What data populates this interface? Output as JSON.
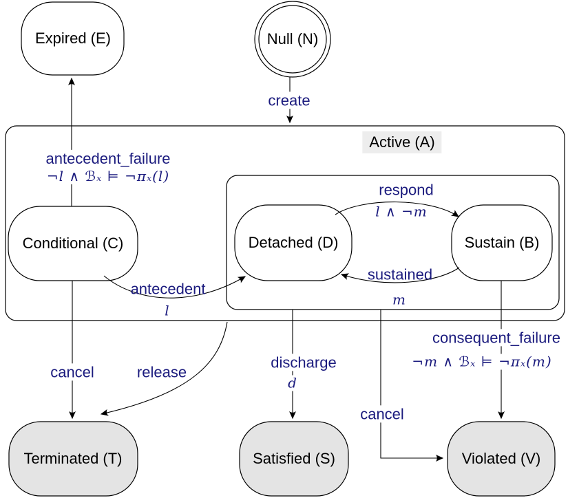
{
  "diagram": {
    "states": {
      "expired": {
        "label": "Expired (E)"
      },
      "null": {
        "label": "Null (N)"
      },
      "active": {
        "label": "Active (A)"
      },
      "conditional": {
        "label": "Conditional (C)"
      },
      "detached": {
        "label": "Detached (D)"
      },
      "sustain": {
        "label": "Sustain (B)"
      },
      "terminated": {
        "label": "Terminated (T)"
      },
      "satisfied": {
        "label": "Satisfied (S)"
      },
      "violated": {
        "label": "Violated (V)"
      }
    },
    "transitions": {
      "create": {
        "label": "create"
      },
      "antecedent_failure": {
        "label": "antecedent_failure",
        "formula": "¬l ∧ ℬₓ ⊨ ¬πₓ(l)"
      },
      "antecedent": {
        "label": "antecedent",
        "formula": "l"
      },
      "respond": {
        "label": "respond",
        "formula": "l ∧ ¬m"
      },
      "sustained": {
        "label": "sustained",
        "formula": "m"
      },
      "cancel_left": {
        "label": "cancel"
      },
      "release": {
        "label": "release"
      },
      "discharge": {
        "label": "discharge",
        "formula": "d"
      },
      "cancel_right": {
        "label": "cancel"
      },
      "consequent_failure": {
        "label": "consequent_failure",
        "formula": "¬m ∧ ℬₓ ⊨ ¬πₓ(m)"
      }
    },
    "colors": {
      "label": "#1b1b7e",
      "final_fill": "#e4e4e4",
      "active_label_bg": "#ededed",
      "stroke": "#000000"
    }
  }
}
